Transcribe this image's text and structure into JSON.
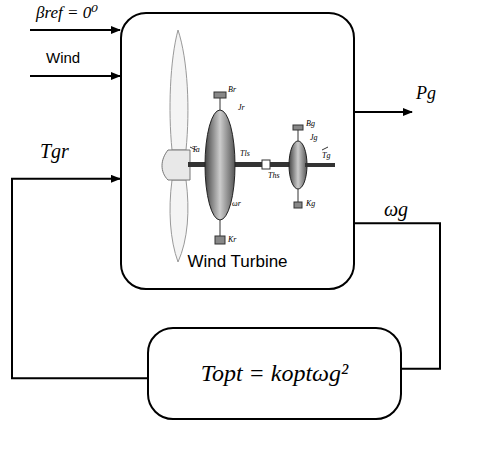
{
  "diagram": {
    "nodes": [
      {
        "text": [
          "Wind Turbine"
        ]
      },
      {
        "text": [
          "Topt = koptωg²"
        ]
      }
    ],
    "edges": [
      {
        "from": 0,
        "to": 1,
        "arrow": "none",
        "label": "ωg"
      },
      {
        "from": 1,
        "to": 0,
        "arrow": "to",
        "label": "Tgr"
      }
    ],
    "labels": [
      "βref = 0⁰",
      "Wind",
      "Pg",
      "Br",
      "Jr",
      "Ta",
      "Tls",
      "ωr",
      "Kr",
      "Bg",
      "Jg",
      "Ths",
      "Tg",
      "Kg"
    ]
  }
}
